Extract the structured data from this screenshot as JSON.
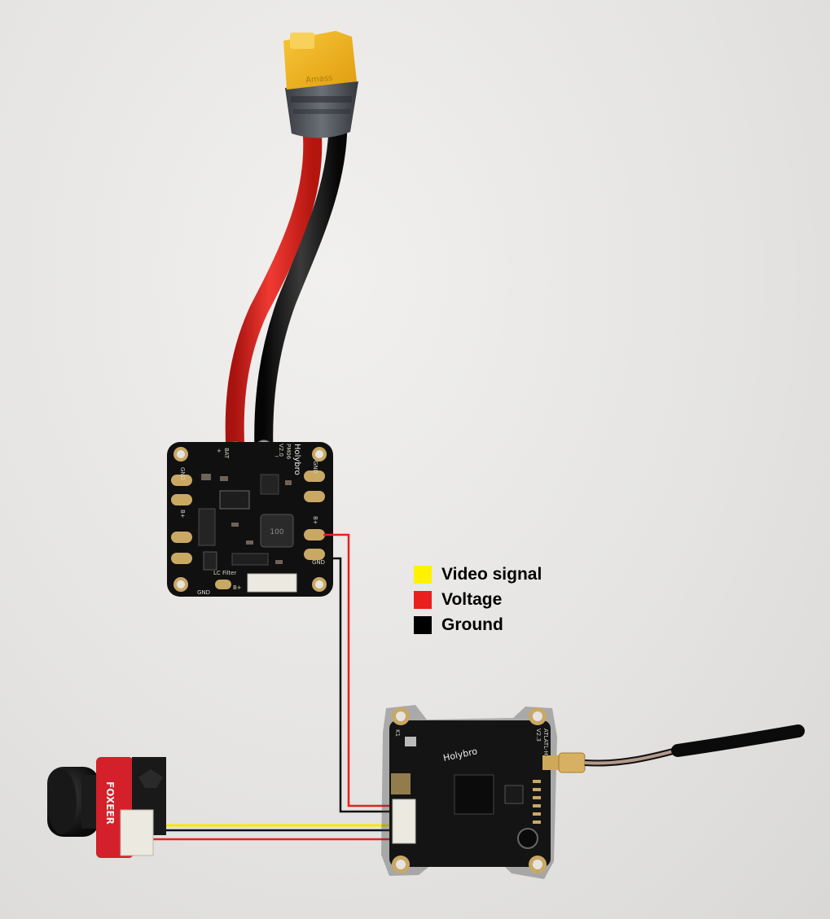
{
  "legend": {
    "items": [
      {
        "label": "Video signal",
        "color": "#fff200"
      },
      {
        "label": "Voltage",
        "color": "#e8201e"
      },
      {
        "label": "Ground",
        "color": "#000000"
      }
    ]
  },
  "pdb": {
    "brand": "Holybro",
    "model": "PM06",
    "version": "V2.0",
    "bat_label": "BAT",
    "plus": "+",
    "minus": "−",
    "pad_gnd": "GND",
    "pad_bplus": "B+",
    "lc_filter": "LC Filter",
    "inductor_label": "100"
  },
  "vtx": {
    "brand": "Holybro",
    "model": "ATLATL-HV",
    "version": "V2.3",
    "k1": "K1"
  },
  "camera": {
    "brand": "FOXEER"
  },
  "battery_connector": {
    "brand": "Amass"
  },
  "colors": {
    "pcb": "#111111",
    "gold_pad": "#c9a864",
    "connector_yellow": "#f2b81f",
    "wire_red": "#d9231f",
    "camera_red": "#d4202a"
  }
}
